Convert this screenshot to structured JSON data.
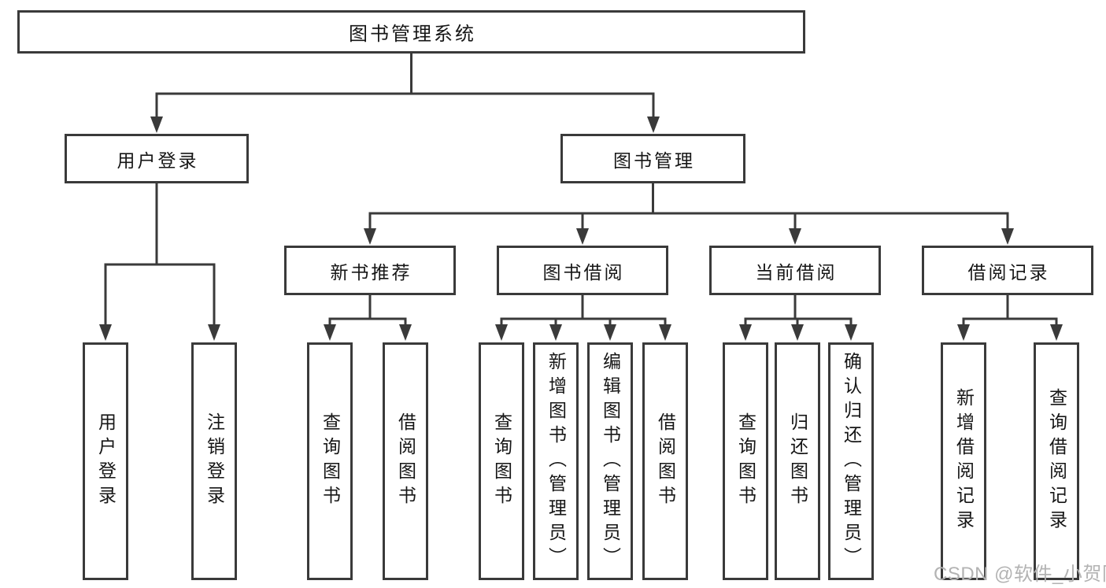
{
  "diagram": {
    "title": "图书管理系统",
    "user_login": {
      "label": "用户登录",
      "children": [
        "用户登录",
        "注销登录"
      ]
    },
    "book_management": {
      "label": "图书管理",
      "sections": [
        {
          "label": "新书推荐",
          "children": [
            "查询图书",
            "借阅图书"
          ]
        },
        {
          "label": "图书借阅",
          "children": [
            "查询图书",
            "新增图书（管理员）",
            "编辑图书（管理员）",
            "借阅图书"
          ]
        },
        {
          "label": "当前借阅",
          "children": [
            "查询图书",
            "归还图书",
            "确认归还（管理员）"
          ]
        },
        {
          "label": "借阅记录",
          "children": [
            "新增借阅记录",
            "查询借阅记录"
          ]
        }
      ]
    }
  },
  "watermark": {
    "text": "CSDN @软件_小贺同学"
  },
  "colors": {
    "line": "#3a3a3a",
    "text": "#161616",
    "watermark": "#b3b3b3",
    "background": "#ffffff"
  }
}
